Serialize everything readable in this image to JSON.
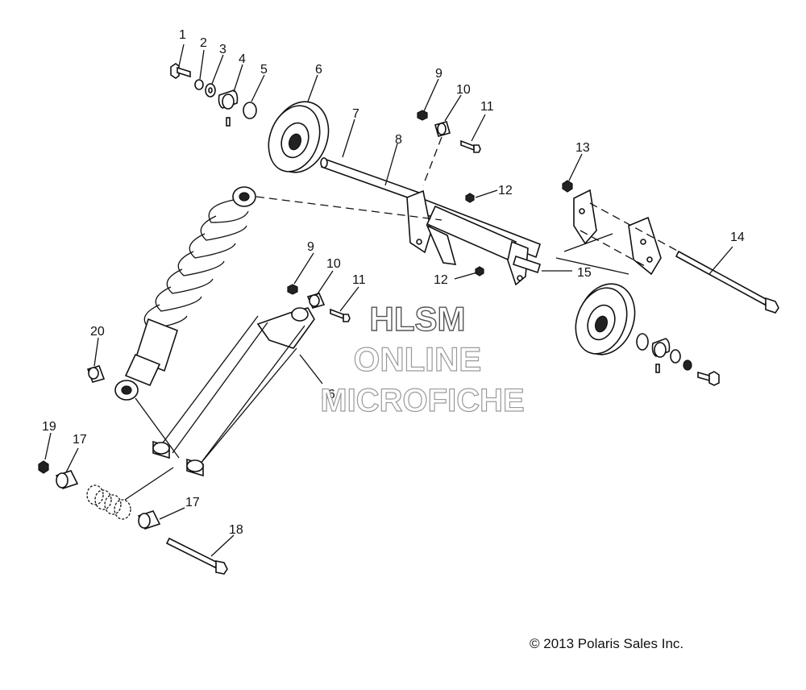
{
  "callouts": [
    "1",
    "2",
    "3",
    "4",
    "5",
    "6",
    "7",
    "8",
    "9",
    "10",
    "11",
    "12",
    "13",
    "14",
    "15",
    "16",
    "17",
    "18",
    "19",
    "20"
  ],
  "callouts_lower": [
    "9",
    "10",
    "11",
    "12",
    "17"
  ],
  "watermark": {
    "line1": "HLSM",
    "line2": "ONLINE",
    "line3": "MICROFICHE"
  },
  "copyright": "© 2013 Polaris Sales Inc."
}
